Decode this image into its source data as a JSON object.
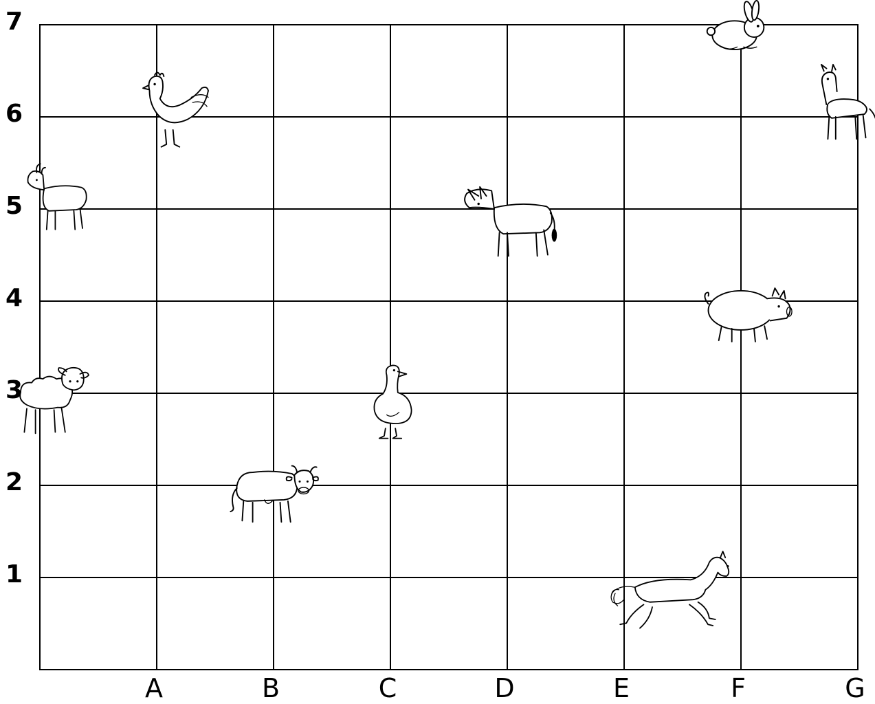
{
  "grid": {
    "columns": [
      "A",
      "B",
      "C",
      "D",
      "E",
      "F",
      "G"
    ],
    "rows": [
      "1",
      "2",
      "3",
      "4",
      "5",
      "6",
      "7"
    ]
  },
  "animals": [
    {
      "id": "rabbit",
      "icon": "rabbit-icon",
      "x": 5.9,
      "y": 7.0
    },
    {
      "id": "dog",
      "icon": "dog-icon",
      "x": 6.9,
      "y": 6.1
    },
    {
      "id": "rooster",
      "icon": "rooster-icon",
      "x": 1.05,
      "y": 6.0
    },
    {
      "id": "goat",
      "icon": "goat-icon",
      "x": 0.1,
      "y": 5.1
    },
    {
      "id": "donkey",
      "icon": "donkey-icon",
      "x": 4.0,
      "y": 4.9
    },
    {
      "id": "pig",
      "icon": "pig-icon",
      "x": 6.0,
      "y": 3.9
    },
    {
      "id": "lamb",
      "icon": "lamb-icon",
      "x": 0.1,
      "y": 2.9
    },
    {
      "id": "goose",
      "icon": "goose-icon",
      "x": 3.0,
      "y": 2.9
    },
    {
      "id": "cow",
      "icon": "cow-icon",
      "x": 2.0,
      "y": 1.9
    },
    {
      "id": "horse",
      "icon": "horse-icon",
      "x": 5.4,
      "y": 0.8
    }
  ]
}
